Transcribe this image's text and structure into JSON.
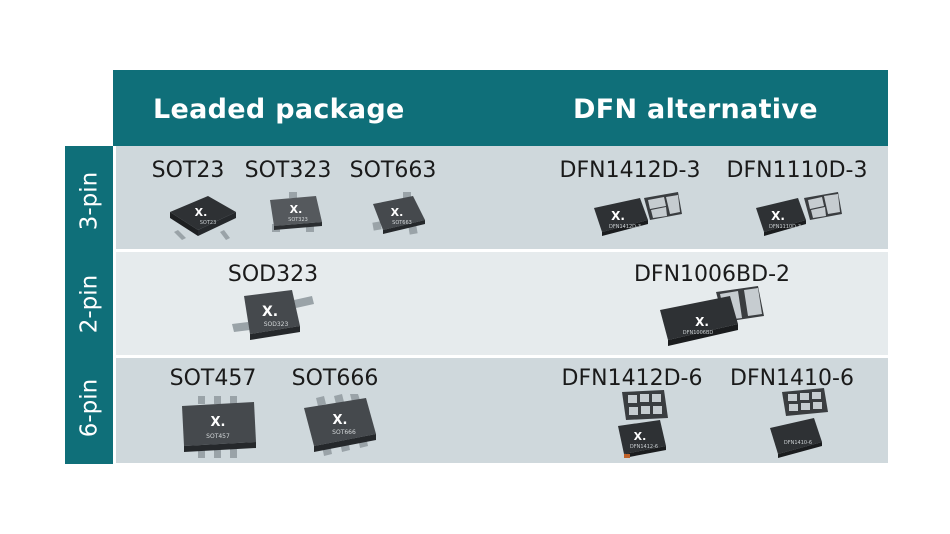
{
  "columns": {
    "leaded": "Leaded package",
    "dfn": "DFN alternative"
  },
  "rows": [
    {
      "label": "3-pin",
      "leaded": [
        {
          "name": "SOT23",
          "marking": "SOT23"
        },
        {
          "name": "SOT323",
          "marking": "SOT323"
        },
        {
          "name": "SOT663",
          "marking": "SOT663"
        }
      ],
      "dfn": [
        {
          "name": "DFN1412D-3",
          "marking": "DFN1412D-3"
        },
        {
          "name": "DFN1110D-3",
          "marking": "DFN1110D-3"
        }
      ]
    },
    {
      "label": "2-pin",
      "leaded": [
        {
          "name": "SOD323",
          "marking": "SOD323"
        }
      ],
      "dfn": [
        {
          "name": "DFN1006BD-2",
          "marking": "DFN1006BD"
        }
      ]
    },
    {
      "label": "6-pin",
      "leaded": [
        {
          "name": "SOT457",
          "marking": "SOT457"
        },
        {
          "name": "SOT666",
          "marking": "SOT666"
        }
      ],
      "dfn": [
        {
          "name": "DFN1412D-6",
          "marking": "DFN1412-6"
        },
        {
          "name": "DFN1410-6",
          "marking": "DFN1410-6"
        }
      ]
    }
  ],
  "logo_text": "X.",
  "colors": {
    "teal": "#0f6f79",
    "row_dark": "#cfd8dc",
    "row_light": "#e6ebed",
    "chip": "#3a3d40"
  },
  "icons": [
    "chip-icon",
    "logo-mark"
  ]
}
